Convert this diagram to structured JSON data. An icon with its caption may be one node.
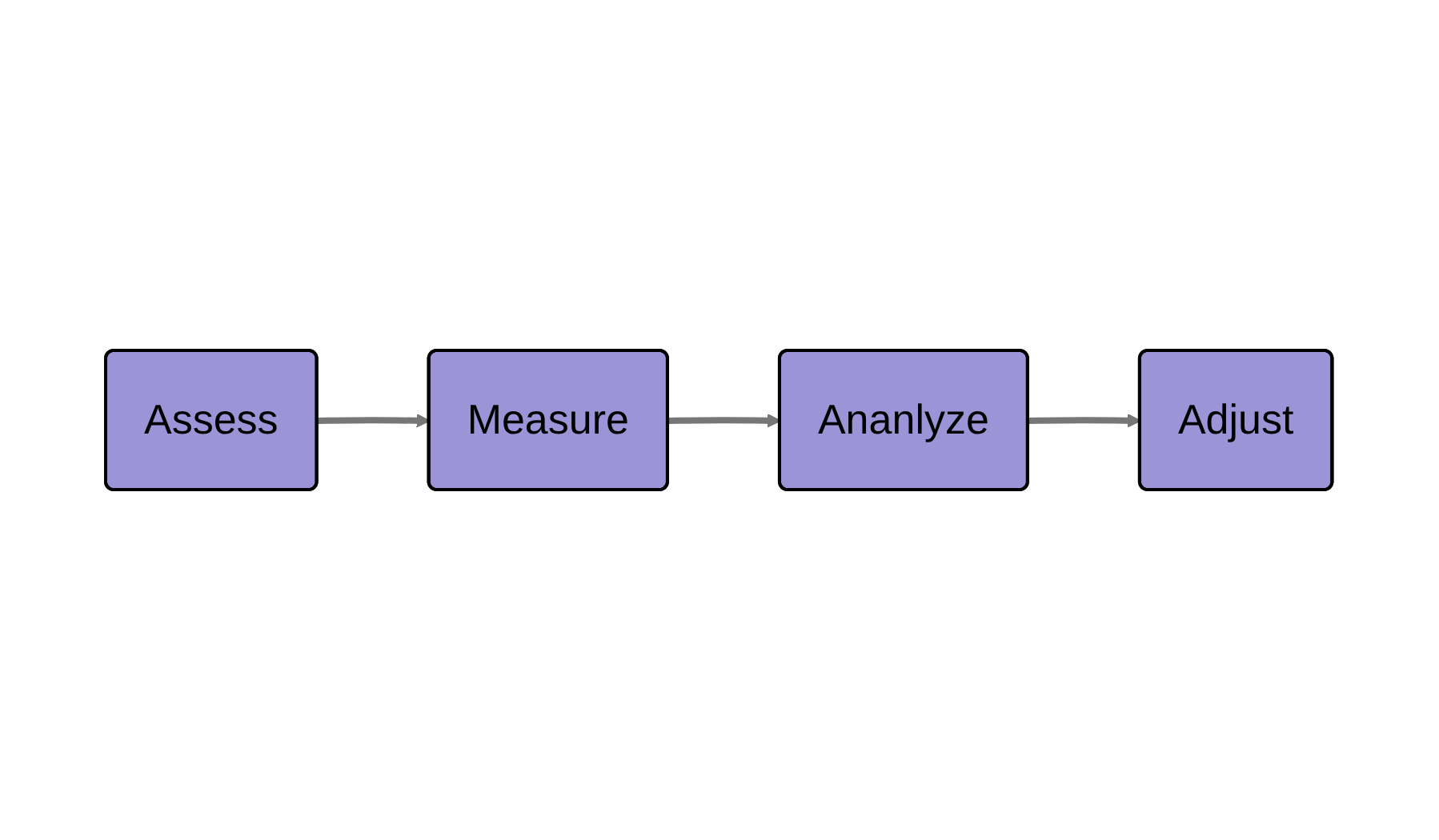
{
  "diagram": {
    "nodes": [
      {
        "text": [
          "Assess"
        ]
      },
      {
        "text": [
          "Measure"
        ]
      },
      {
        "text": [
          "Ananlyze"
        ]
      },
      {
        "text": [
          "Adjust"
        ]
      }
    ],
    "edges": [
      {
        "from": 0,
        "to": 1,
        "arrow": "to"
      },
      {
        "from": 1,
        "to": 2,
        "arrow": "to"
      },
      {
        "from": 2,
        "to": 3,
        "arrow": "to"
      }
    ]
  }
}
